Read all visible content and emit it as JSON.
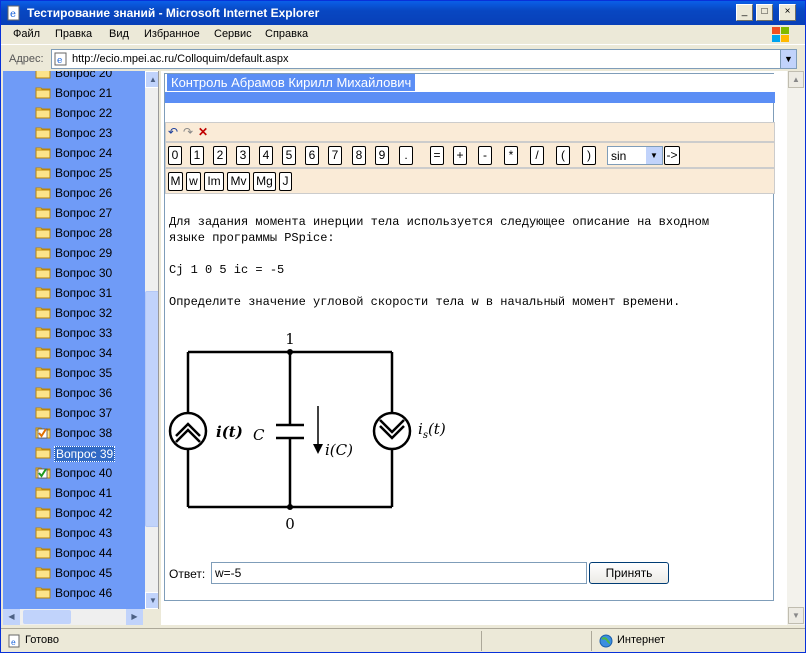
{
  "window": {
    "title": "Тестирование знаний - Microsoft Internet Explorer",
    "controls": {
      "minimize": "_",
      "maximize": "□",
      "close": "×"
    }
  },
  "menu": {
    "items": [
      {
        "label": "Файл"
      },
      {
        "label": "Правка"
      },
      {
        "label": "Вид"
      },
      {
        "label": "Избранное"
      },
      {
        "label": "Сервис"
      },
      {
        "label": "Справка"
      }
    ]
  },
  "address": {
    "label": "Адрес:",
    "url": "http://ecio.mpei.ac.ru/Colloquim/default.aspx"
  },
  "sidebar": {
    "items": [
      {
        "label": "Вопрос 20",
        "icon": "folder-icon"
      },
      {
        "label": "Вопрос 21",
        "icon": "folder-icon"
      },
      {
        "label": "Вопрос 22",
        "icon": "folder-icon"
      },
      {
        "label": "Вопрос 23",
        "icon": "folder-icon"
      },
      {
        "label": "Вопрос 24",
        "icon": "folder-icon"
      },
      {
        "label": "Вопрос 25",
        "icon": "folder-icon"
      },
      {
        "label": "Вопрос 26",
        "icon": "folder-icon"
      },
      {
        "label": "Вопрос 27",
        "icon": "folder-icon"
      },
      {
        "label": "Вопрос 28",
        "icon": "folder-icon"
      },
      {
        "label": "Вопрос 29",
        "icon": "folder-icon"
      },
      {
        "label": "Вопрос 30",
        "icon": "folder-icon"
      },
      {
        "label": "Вопрос 31",
        "icon": "folder-icon"
      },
      {
        "label": "Вопрос 32",
        "icon": "folder-icon"
      },
      {
        "label": "Вопрос 33",
        "icon": "folder-icon"
      },
      {
        "label": "Вопрос 34",
        "icon": "folder-icon"
      },
      {
        "label": "Вопрос 35",
        "icon": "folder-icon"
      },
      {
        "label": "Вопрос 36",
        "icon": "folder-icon"
      },
      {
        "label": "Вопрос 37",
        "icon": "folder-icon"
      },
      {
        "label": "Вопрос 38",
        "icon": "folder-check-orange-icon"
      },
      {
        "label": "Вопрос 39",
        "icon": "folder-icon",
        "selected": true
      },
      {
        "label": "Вопрос 40",
        "icon": "folder-check-green-icon"
      },
      {
        "label": "Вопрос 41",
        "icon": "folder-icon"
      },
      {
        "label": "Вопрос 42",
        "icon": "folder-icon"
      },
      {
        "label": "Вопрос 43",
        "icon": "folder-icon"
      },
      {
        "label": "Вопрос 44",
        "icon": "folder-icon"
      },
      {
        "label": "Вопрос 45",
        "icon": "folder-icon"
      },
      {
        "label": "Вопрос 46",
        "icon": "folder-icon"
      }
    ]
  },
  "header": {
    "text": "Контроль   Абрамов Кирилл Михайлович"
  },
  "keypad": {
    "digits": [
      "0",
      "1",
      "2",
      "3",
      "4",
      "5",
      "6",
      "7",
      "8",
      "9",
      "."
    ],
    "ops": [
      "=",
      "+",
      "-",
      "*",
      "/",
      "(",
      ")"
    ],
    "function_value": "sin",
    "go_label": "->",
    "units": [
      "M",
      "w",
      "Im",
      "Mv",
      "Mg",
      "J"
    ]
  },
  "question": {
    "line1": "Для задания момента инерции тела используется следующее описание на входном",
    "line2": "языке программы PSpice:",
    "code": "Cj 1 0 5 ic = -5",
    "task": "Определите значение угловой скорости тела w в начальный момент времени."
  },
  "circuit": {
    "node_top": "1",
    "node_bottom": "0",
    "left_source": "i(t)",
    "capacitor": "C",
    "current_label": "i(C)",
    "right_source": "i",
    "right_source_sub": "s",
    "right_source_arg": "(t)"
  },
  "answer": {
    "label": "Ответ:",
    "value": "w=-5",
    "submit": "Принять"
  },
  "status": {
    "text": "Готово",
    "zone": "Интернет"
  },
  "colors": {
    "titlebar": "#0A5FE8",
    "sidebar": "#6F9BF7",
    "header_blue": "#5B8EF5",
    "toolbar_bg": "#FAEBD7"
  }
}
